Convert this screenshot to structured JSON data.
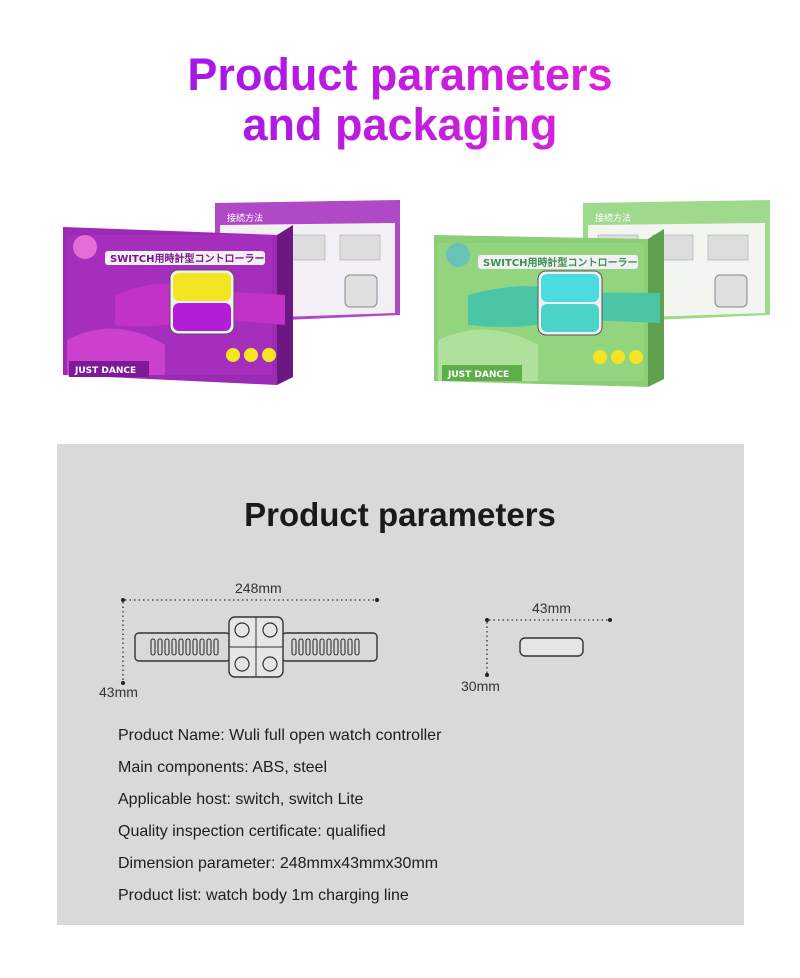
{
  "header": {
    "title_line1": "Product parameters",
    "title_line2": "and packaging"
  },
  "packages": [
    {
      "variant": "purple-yellow",
      "colors": {
        "box": "#9b2ab5",
        "box_light": "#c04ad0",
        "band": "#c232c6",
        "top_pad": "#f3e521",
        "bottom_pad": "#b31dd6"
      },
      "box_title": "SWITCH用時計型コントローラー",
      "back_title": "接続方法",
      "game": "JUST DANCE"
    },
    {
      "variant": "green-cyan",
      "colors": {
        "box": "#8ccf78",
        "box_light": "#a8e092",
        "band": "#4ac6a6",
        "top_pad": "#4ddbe2",
        "bottom_pad": "#4ad3c6"
      },
      "box_title": "SWITCH用時計型コントローラー",
      "back_title": "接続方法",
      "game": "JUST DANCE"
    }
  ],
  "parameters": {
    "title": "Product parameters",
    "dims": {
      "length": "248mm",
      "width_left": "43mm",
      "width_right": "43mm",
      "thickness": "30mm"
    },
    "specs": [
      "Product Name: Wuli full open watch controller",
      "Main components: ABS, steel",
      "Applicable host: switch, switch Lite",
      "Quality inspection certificate: qualified",
      "Dimension parameter: 248mmx43mmx30mm",
      "Product list: watch body 1m charging line"
    ]
  }
}
